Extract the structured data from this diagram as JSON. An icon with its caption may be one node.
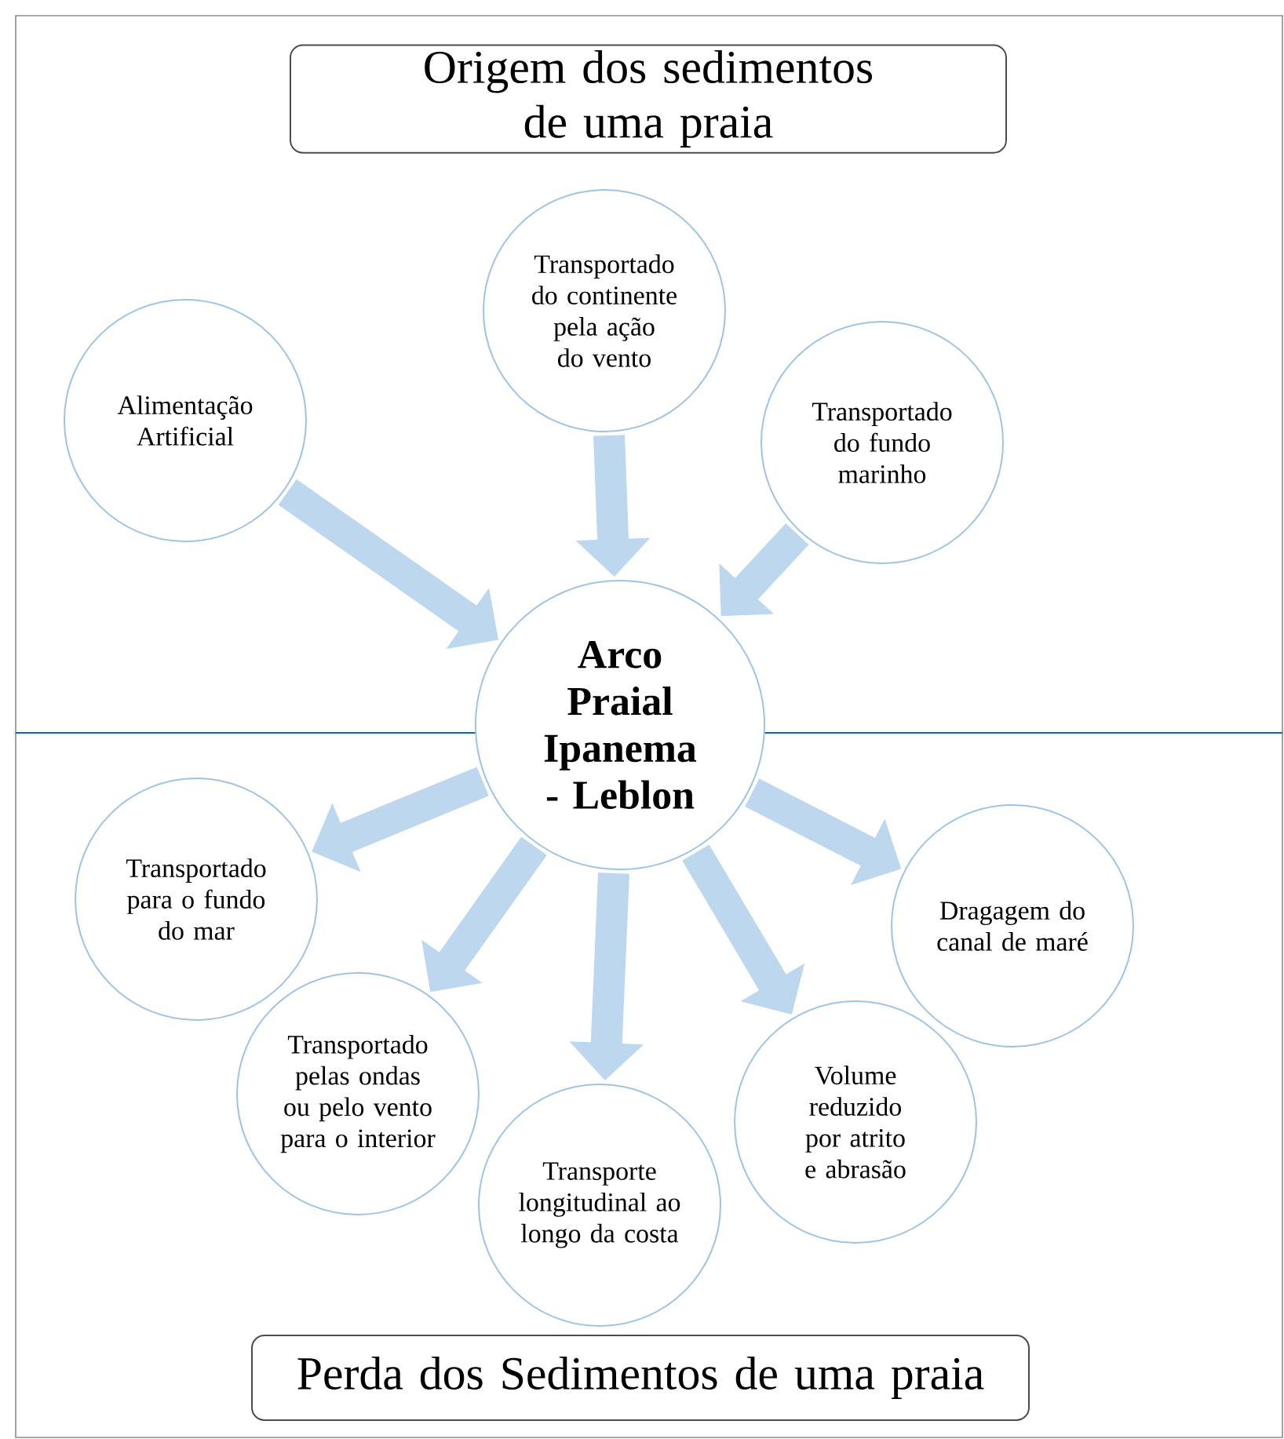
{
  "diagram": {
    "nodes": [
      {
        "text": [
          "Origem dos sedimentos de uma praia"
        ]
      },
      {
        "text": [
          "Transportado do continente pela ação do vento"
        ]
      },
      {
        "text": [
          "Alimentação Artificial"
        ]
      },
      {
        "text": [
          "Transportado do fundo marinho"
        ]
      },
      {
        "text": [
          "Arco Praial Ipanema - Leblon"
        ]
      },
      {
        "text": [
          "Transportado para o fundo do mar"
        ]
      },
      {
        "text": [
          "Transportado pelas ondas ou pelo vento para o interior"
        ]
      },
      {
        "text": [
          "Transporte longitudinal ao longo da costa"
        ]
      },
      {
        "text": [
          "Volume reduzido por atrito e abrasão"
        ]
      },
      {
        "text": [
          "Dragagem do canal de maré"
        ]
      },
      {
        "text": [
          "Perda dos Sedimentos de uma praia"
        ]
      }
    ],
    "edges": [
      {
        "from": 1,
        "to": 4,
        "arrow": "to"
      },
      {
        "from": 2,
        "to": 4,
        "arrow": "to"
      },
      {
        "from": 3,
        "to": 4,
        "arrow": "to"
      },
      {
        "from": 4,
        "to": 5,
        "arrow": "to"
      },
      {
        "from": 4,
        "to": 6,
        "arrow": "to"
      },
      {
        "from": 4,
        "to": 7,
        "arrow": "to"
      },
      {
        "from": 4,
        "to": 8,
        "arrow": "to"
      },
      {
        "from": 4,
        "to": 9,
        "arrow": "to"
      }
    ]
  }
}
